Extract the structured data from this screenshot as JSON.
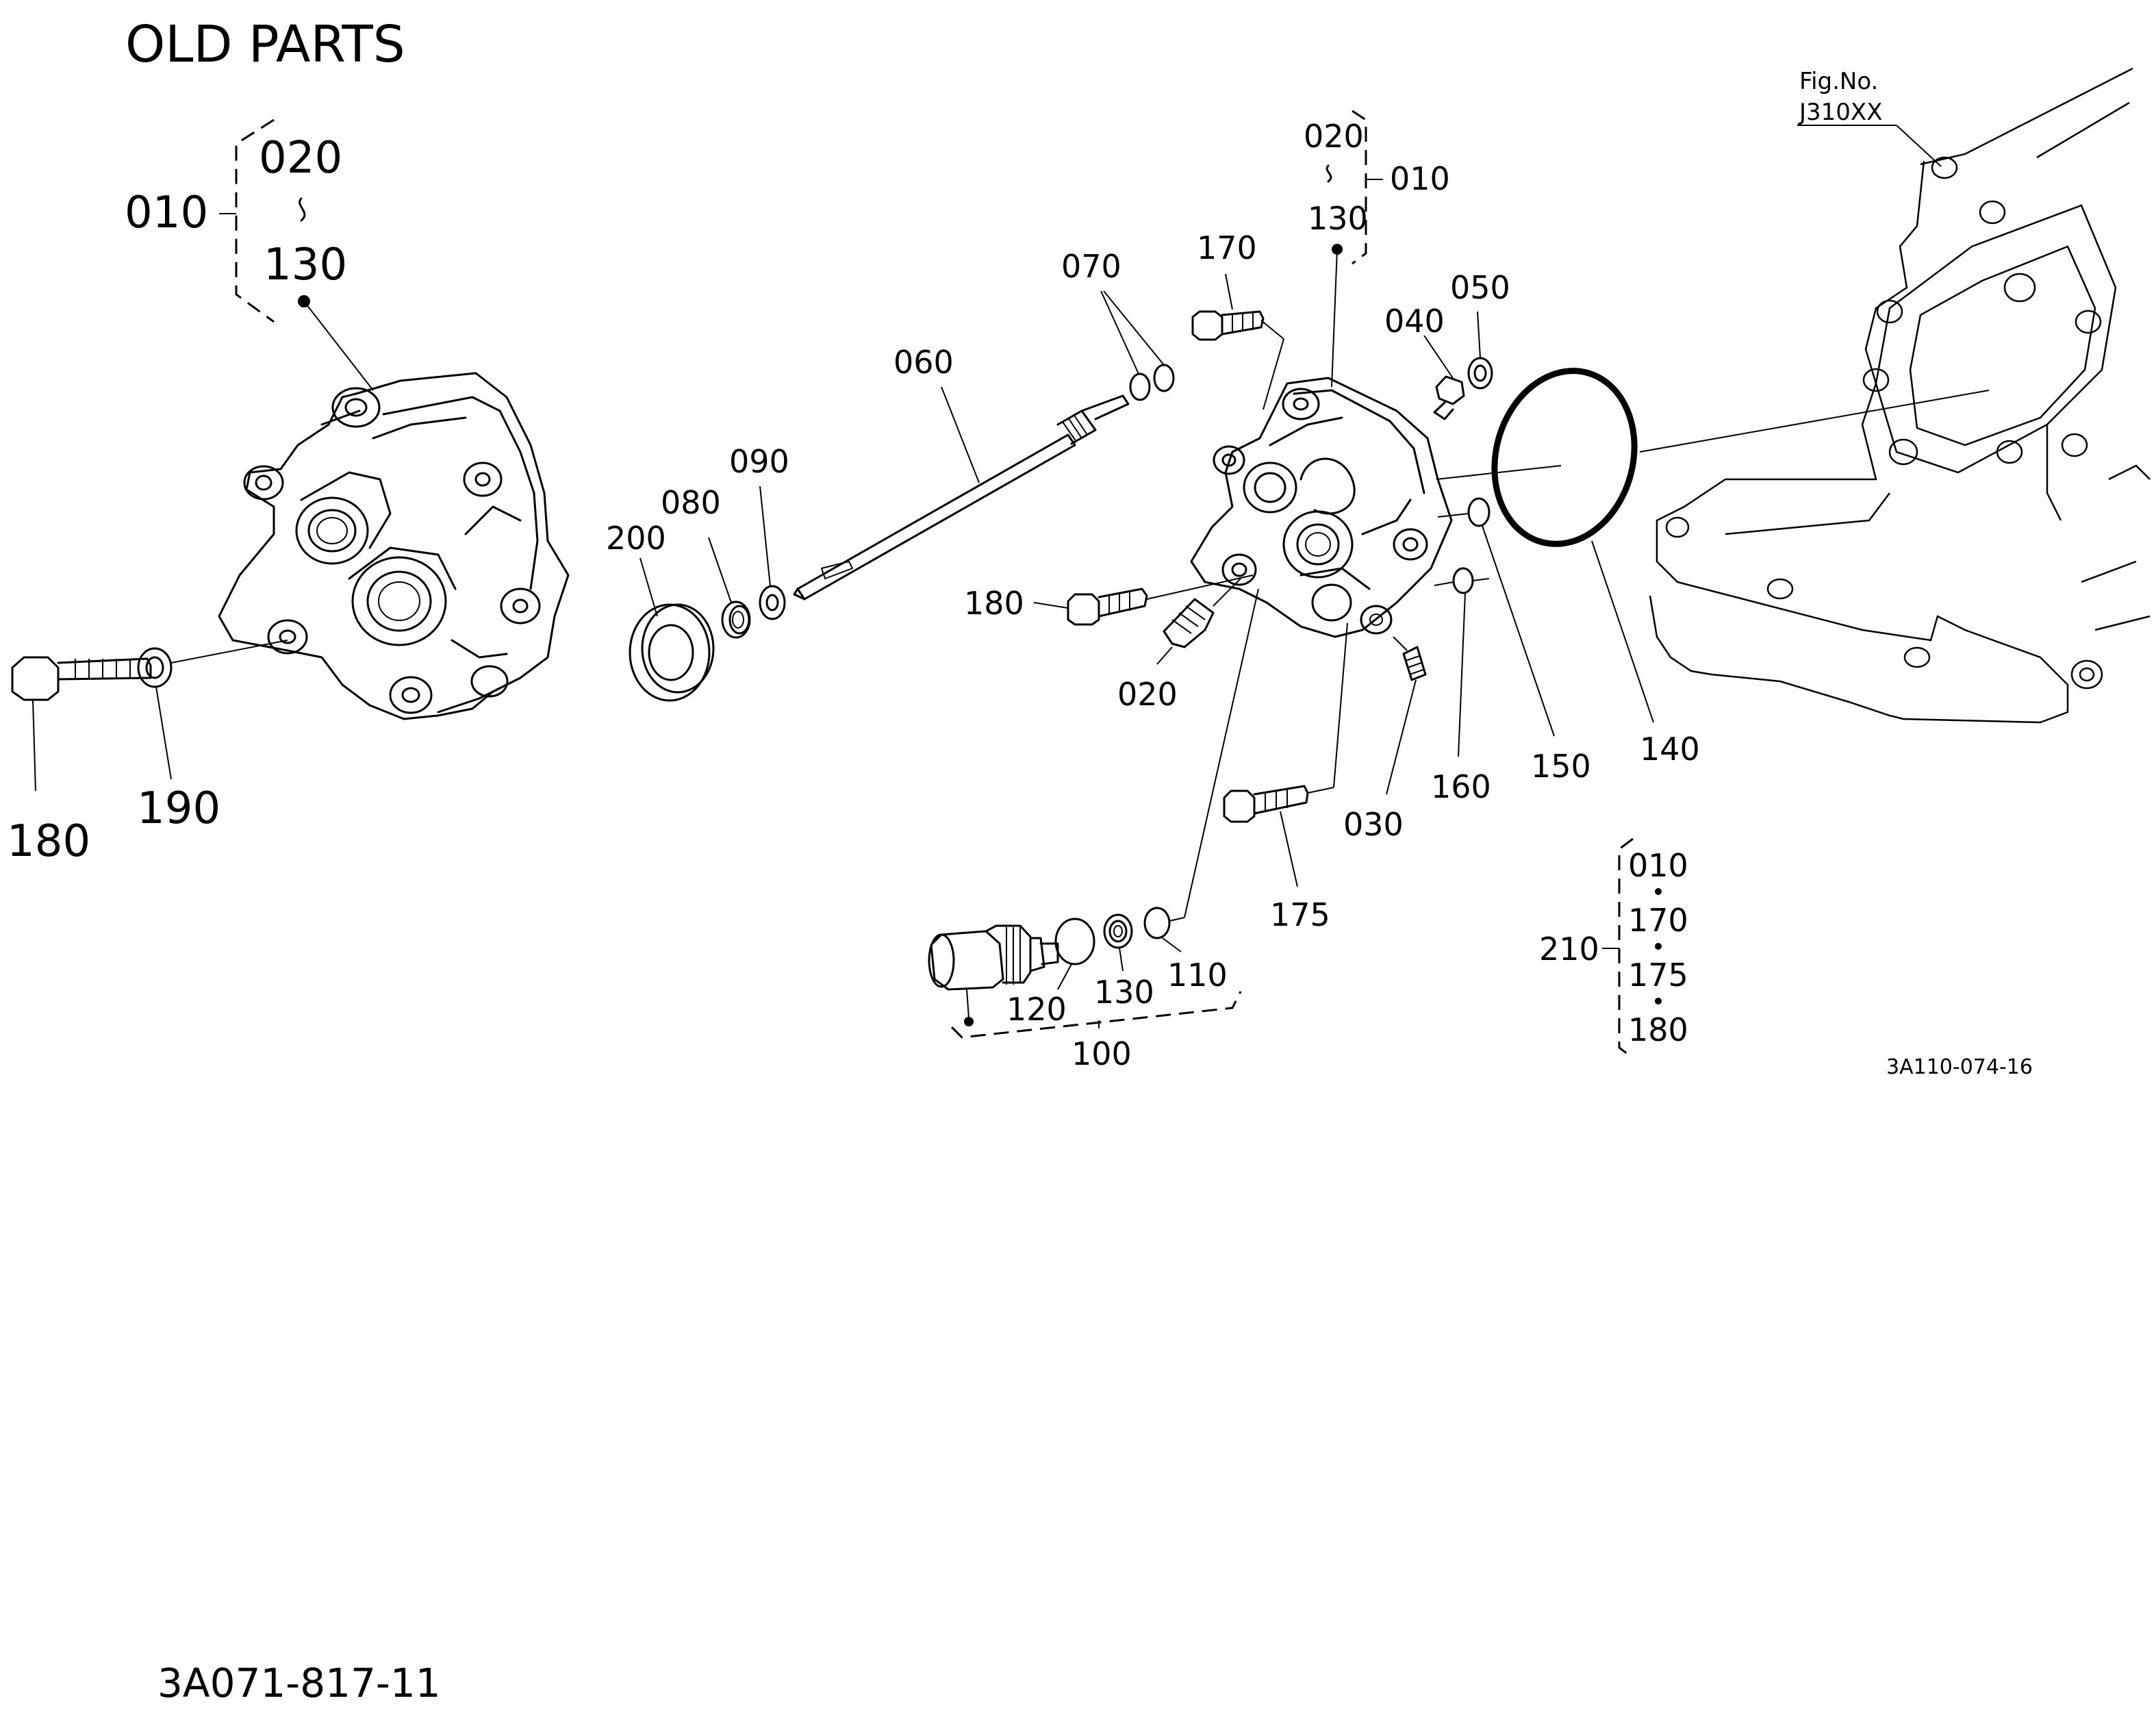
{
  "title": "OLD PARTS",
  "fig_no_label": "Fig.No.",
  "fig_no_value": "J310XX",
  "drawing_code": "3A110-074-16",
  "part_code": "3A071-817-11",
  "left_assembly": {
    "group_label": "010",
    "range_from": "020",
    "range_sep": "~",
    "range_to": "130",
    "bolt_label": "180",
    "washer_label": "190"
  },
  "right_assembly": {
    "group_label": "010",
    "range_from": "020",
    "range_sep": "~",
    "range_to": "130"
  },
  "callouts": {
    "p020": "020",
    "p030": "030",
    "p040": "040",
    "p050": "050",
    "p060": "060",
    "p070": "070",
    "p080": "080",
    "p090": "090",
    "p100": "100",
    "p110": "110",
    "p120": "120",
    "p130": "130",
    "p140": "140",
    "p150": "150",
    "p160": "160",
    "p170": "170",
    "p175": "175",
    "p180": "180",
    "p200": "200"
  },
  "kit": {
    "label": "210",
    "items": [
      "010",
      "170",
      "175",
      "180"
    ]
  }
}
